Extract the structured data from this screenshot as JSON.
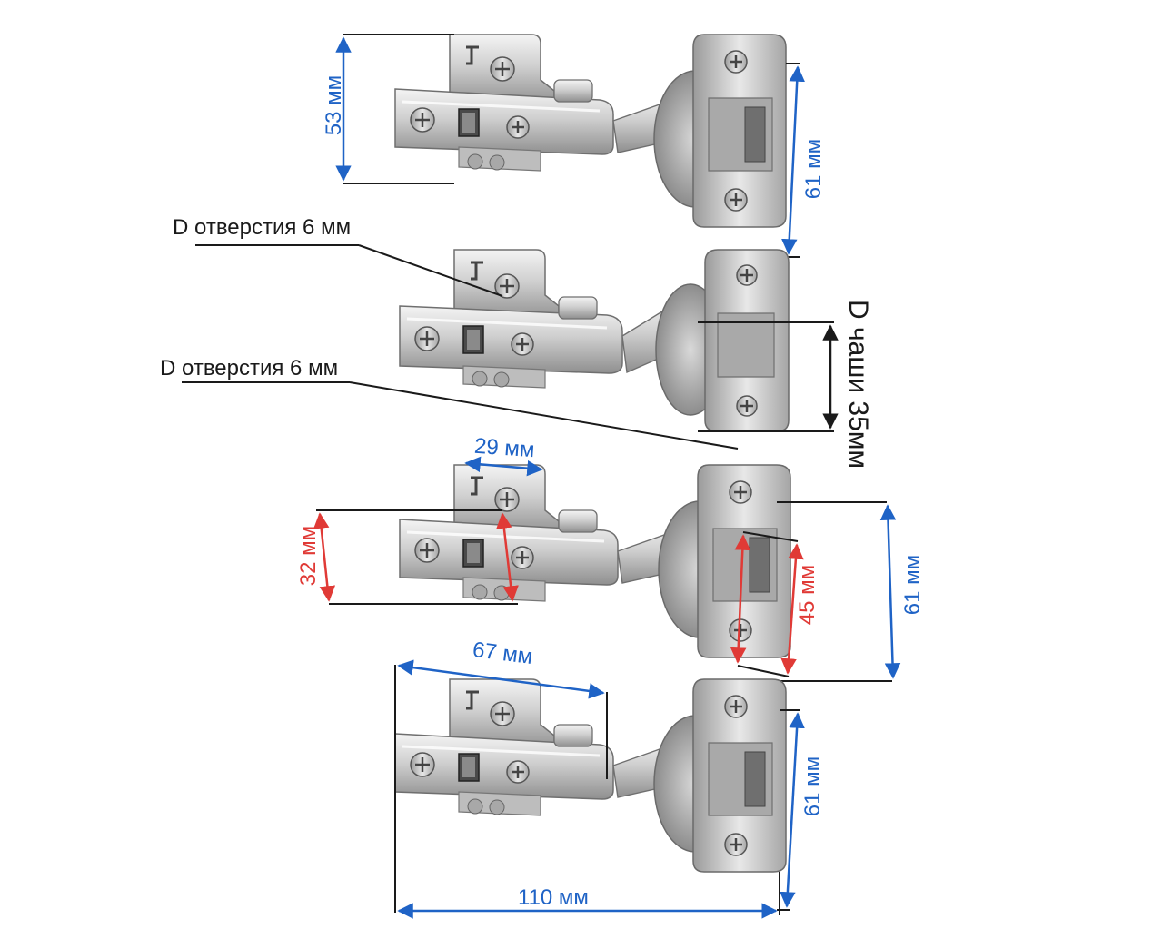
{
  "labels": {
    "h1_height": "53 мм",
    "h1_plate": "61 мм",
    "hole_top": "D отверстия 6 мм",
    "hole_bottom": "D отверстия 6 мм",
    "cup": "D чаши 35мм",
    "width_29": "29 мм",
    "height_32": "32 мм",
    "plate_45": "45 мм",
    "h3_plate": "61 мм",
    "width_67": "67 мм",
    "h4_plate": "61 мм",
    "total_110": "110 мм"
  },
  "colors": {
    "blue": "#1f63c6",
    "red": "#e03a36",
    "dark": "#1a1a1a",
    "metal_light": "#e6e6e6",
    "metal_mid": "#b8b8b8",
    "metal_dark": "#7d7d7d"
  }
}
